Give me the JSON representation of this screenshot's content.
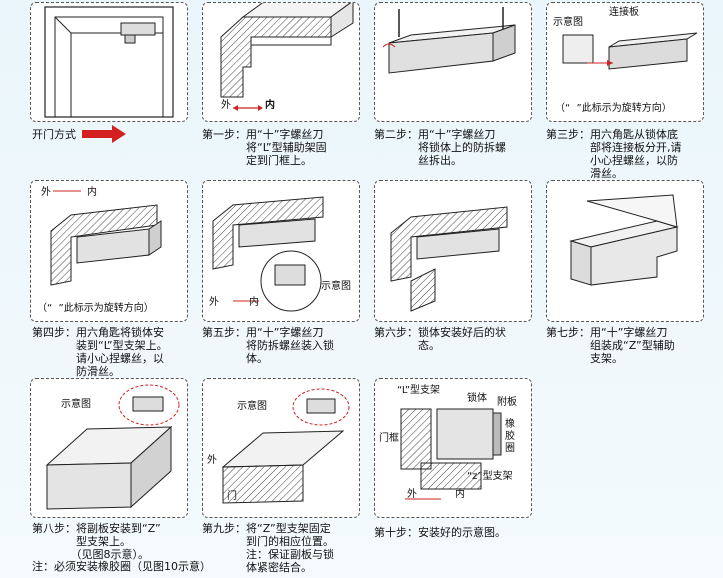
{
  "panels": [
    {
      "caption": "开门方式",
      "labels": []
    },
    {
      "caption": "第一步：用“十”字螺丝刀\n　　　　将“L”型辅助架固\n　　　　定到门框上。",
      "labels": [
        "外",
        "内"
      ]
    },
    {
      "caption": "第二步：用“十”字螺丝刀\n　　　　将锁体上的防拆螺\n　　　　丝拆出。",
      "labels": []
    },
    {
      "caption": "第三步：用六角匙从锁体底\n　　　　部将连接板分开,请\n　　　　小心捏螺丝，以防\n　　　　滑丝。",
      "labels": [
        "示意图",
        "连接板",
        "（“  ”此标示为旋转方向）"
      ]
    },
    {
      "caption": "第四步：用六角匙将锁体安\n　　　　装到“L”型支架上。\n　　　　请小心捏螺丝，以\n　　　　防滑丝。",
      "labels": [
        "外",
        "内",
        "（“  ”此标示为旋转方向）"
      ]
    },
    {
      "caption": "第五步：用“十”字螺丝刀\n　　　　将防拆螺丝装入锁\n　　　　体。",
      "labels": [
        "示意图",
        "外",
        "内"
      ]
    },
    {
      "caption": "第六步：锁体安装好后的状\n　　　　态。",
      "labels": []
    },
    {
      "caption": "第七步：用“十”字螺丝刀\n　　　　组装成“Z”型辅助\n　　　　支架。",
      "labels": []
    },
    {
      "caption": "第八步：将副板安装到“Z”\n　　　　型支架上。\n　　　　（见图8示意）。",
      "labels": [
        "示意图"
      ]
    },
    {
      "caption": "第九步：将“Z”型支架固定\n　　　　到门的相应位置。\n　　　　注：保证副板与锁\n　　　　体紧密结合。",
      "labels": [
        "示意图",
        "外",
        "门"
      ]
    },
    {
      "caption": "第十步：安装好的示意图。",
      "labels": [
        "“L”型支架",
        "锁体",
        "附板",
        "门框",
        "橡\n胶\n圈",
        "“z”型支架",
        "外",
        "内"
      ]
    }
  ],
  "footnote": "注：必须安装橡胶圈（见图10示意）"
}
